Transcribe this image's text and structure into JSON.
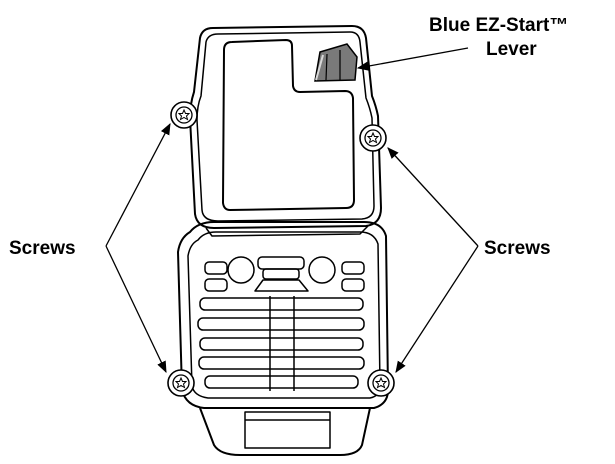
{
  "labels": {
    "lever_line1": "Blue EZ-Start™",
    "lever_line2": "Lever",
    "screws_left": "Screws",
    "screws_right": "Screws"
  },
  "icons": [
    "screw-icon",
    "lever-icon"
  ],
  "colors": {
    "lever_fill": "#7a7a7a",
    "line": "#000000",
    "background": "#ffffff"
  }
}
